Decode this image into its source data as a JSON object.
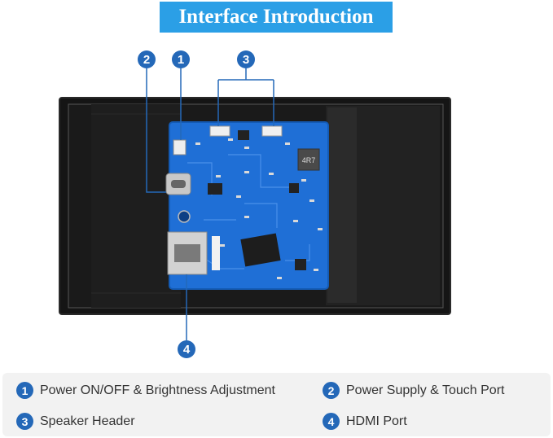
{
  "title": "Interface Introduction",
  "callouts": {
    "c1": "1",
    "c2": "2",
    "c3": "3",
    "c4": "4"
  },
  "board": {
    "inductor_label": "4R7"
  },
  "legend": [
    {
      "num": "1",
      "label": "Power ON/OFF & Brightness Adjustment"
    },
    {
      "num": "2",
      "label": "Power Supply & Touch Port"
    },
    {
      "num": "3",
      "label": "Speaker Header"
    },
    {
      "num": "4",
      "label": "HDMI Port"
    }
  ],
  "colors": {
    "accent": "#2b9fe6",
    "callout": "#2468b8",
    "pcb": "#1f6fd6"
  }
}
